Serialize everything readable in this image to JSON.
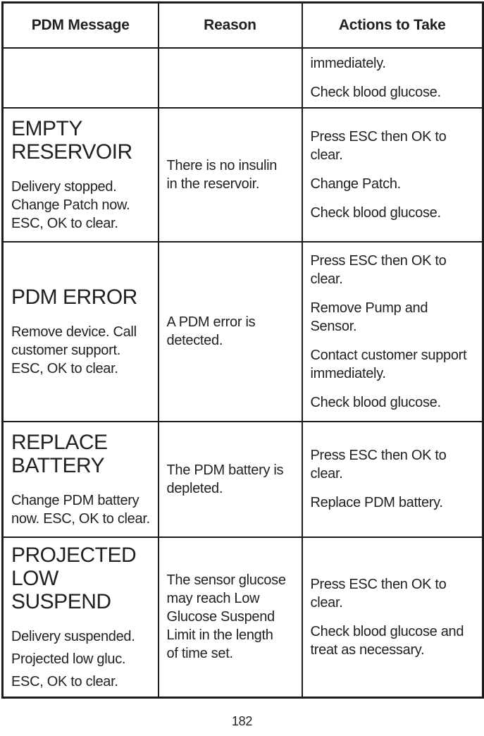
{
  "page": {
    "number": "182"
  },
  "table": {
    "headers": [
      "PDM Message",
      "Reason",
      "Actions to Take"
    ],
    "rows": [
      {
        "message_title": "",
        "message_paragraphs": [],
        "reason_paragraphs": [],
        "actions": [
          "immediately.",
          "Check blood glucose."
        ]
      },
      {
        "message_title": "EMPTY\nRESERVOIR",
        "message_paragraphs": [
          "Delivery stopped.\nChange Patch now.\nESC, OK to clear."
        ],
        "reason_paragraphs": [
          "There is no insulin\nin the reservoir."
        ],
        "actions": [
          "Press ESC then OK to\nclear.",
          "Change Patch.",
          "Check blood glucose."
        ]
      },
      {
        "message_title": "PDM ERROR",
        "message_paragraphs": [
          "Remove device. Call\ncustomer support.\nESC, OK to clear."
        ],
        "reason_paragraphs": [
          "A PDM error is\ndetected."
        ],
        "actions": [
          "Press ESC then OK to\nclear.",
          "Remove Pump and\nSensor.",
          "Contact customer support\nimmediately.",
          "Check blood glucose."
        ]
      },
      {
        "message_title": "REPLACE\nBATTERY",
        "message_paragraphs": [
          "Change PDM battery\nnow. ESC, OK to clear."
        ],
        "reason_paragraphs": [
          "The PDM battery is\ndepleted."
        ],
        "actions": [
          "Press ESC then OK to\nclear.",
          "Replace PDM battery."
        ]
      },
      {
        "message_title": "PROJECTED\nLOW\nSUSPEND",
        "message_paragraphs": [
          "Delivery suspended.",
          "Projected low gluc.",
          "ESC, OK to clear."
        ],
        "reason_paragraphs": [
          "The sensor glucose\nmay reach Low\nGlucose Suspend\nLimit in the length\nof time set."
        ],
        "actions": [
          "Press ESC then OK to\nclear.",
          "Check blood glucose and\ntreat as necessary."
        ]
      }
    ]
  }
}
